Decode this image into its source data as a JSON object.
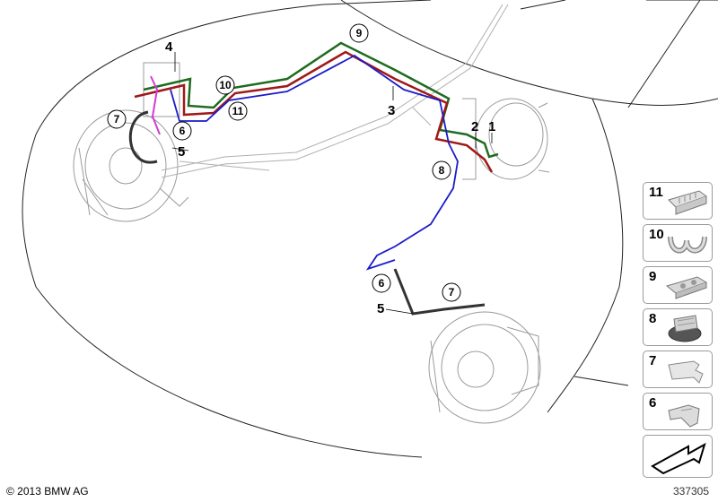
{
  "callouts": {
    "c1": "1",
    "c2": "2",
    "c3": "3",
    "c4": "4",
    "c5_left": "5",
    "c5_right": "5",
    "c6_left": "6",
    "c6_right": "6",
    "c7_left": "7",
    "c7_right": "7",
    "c8": "8",
    "c9": "9",
    "c10": "10",
    "c11": "11"
  },
  "legend": {
    "items": [
      {
        "number": "11",
        "part": "clip-icon"
      },
      {
        "number": "10",
        "part": "double-clip-icon"
      },
      {
        "number": "9",
        "part": "holder-icon"
      },
      {
        "number": "8",
        "part": "grommet-icon"
      },
      {
        "number": "7",
        "part": "spring-clip-icon"
      },
      {
        "number": "6",
        "part": "bracket-clip-icon"
      }
    ]
  },
  "footer": {
    "copyright": "© 2013 BMW AG",
    "diagram_id": "337305"
  },
  "colors": {
    "line_dark_green": "#1f6b1f",
    "line_red": "#a01818",
    "line_blue": "#1c1cc8",
    "line_magenta": "#d23cd2",
    "outline_gray": "#9b9b9b",
    "car_outline": "#222222"
  }
}
